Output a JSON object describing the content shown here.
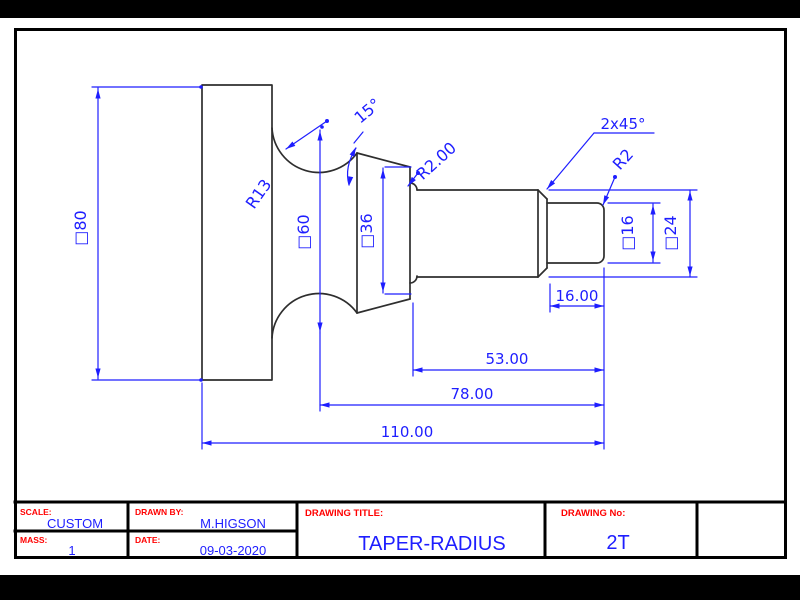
{
  "annotations": {
    "d80": "□80",
    "d60": "□60",
    "d36": "□36",
    "d16": "□16",
    "d24": "□24",
    "r13": "R13",
    "taper_angle": "15°",
    "fillet_radius": "R2.00",
    "chamfer": "2x45°",
    "end_radius": "R2",
    "len16": "16.00",
    "len53": "53.00",
    "len78": "78.00",
    "len110": "110.00"
  },
  "title_block": {
    "scale_label": "SCALE:",
    "scale_value": "CUSTOM",
    "drawn_by_label": "DRAWN BY:",
    "drawn_by_value": "M.HIGSON",
    "mass_label": "MASS:",
    "mass_value": "1",
    "date_label": "DATE:",
    "date_value": "09-03-2020",
    "title_label": "DRAWING TITLE:",
    "title_value": "TAPER-RADIUS",
    "number_label": "DRAWING No:",
    "number_value": "2T"
  },
  "colors": {
    "dimension_blue": "#1e1eff",
    "label_red": "#ff0000",
    "outline_dark": "#2e2e2e",
    "frame_black": "#000000"
  }
}
